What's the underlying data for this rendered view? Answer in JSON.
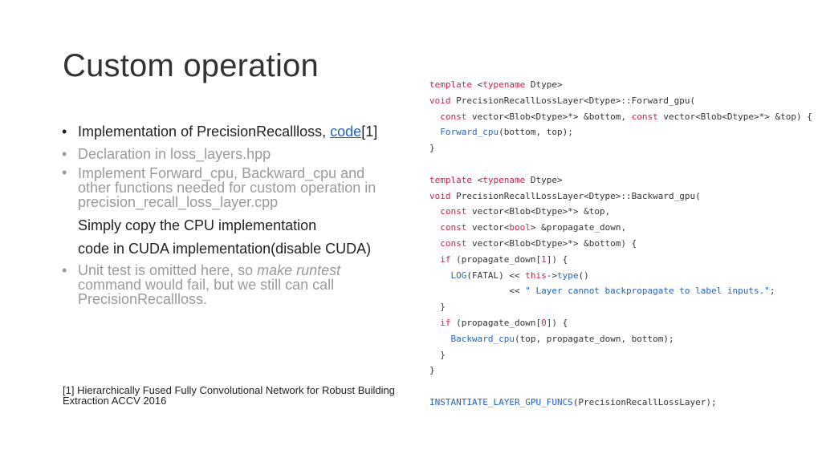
{
  "title": "Custom operation",
  "bullets": {
    "b1_text": "Implementation of PrecisionRecallloss, ",
    "b1_link": "code",
    "b1_ref": "[1]",
    "b2": "Declaration in loss_layers.hpp",
    "b3_l1": "Implement Forward_cpu, Backward_cpu and",
    "b3_l2": "other functions needed for custom operation in",
    "b3_l3": "precision_recall_loss_layer.cpp",
    "p1": "Simply copy the CPU implementation",
    "p2": "code in CUDA implementation(disable CUDA)",
    "b4_l1a": "Unit test is omitted here,  so ",
    "b4_l1b": "make runtest",
    "b4_l2": "command would fail, but we still can call",
    "b4_l3": "PrecisionRecallloss."
  },
  "footnote": {
    "line1": "[1] Hierarchically Fused Fully Convolutional Network for Robust Building",
    "line2": "Extraction ACCV 2016"
  },
  "code": {
    "l1_kw": "template",
    "l1_rest": " <",
    "l1_kw2": "typename",
    "l1_end": " Dtype>",
    "l2_kw": "void",
    "l2_rest": " PrecisionRecallLossLayer<Dtype>::Forward_gpu(",
    "l3_ind": "  ",
    "l3_kw": "const",
    "l3_mid": " vector<Blob<Dtype>*> &bottom, ",
    "l3_kw2": "const",
    "l3_end": " vector<Blob<Dtype>*> &top) {",
    "l4_ind": "  ",
    "l4_fn": "Forward_cpu",
    "l4_end": "(bottom, top);",
    "l5": "}",
    "l6": "",
    "l7_kw": "template",
    "l7_rest": " <",
    "l7_kw2": "typename",
    "l7_end": " Dtype>",
    "l8_kw": "void",
    "l8_rest": " PrecisionRecallLossLayer<Dtype>::Backward_gpu(",
    "l9_ind": "  ",
    "l9_kw": "const",
    "l9_end": " vector<Blob<Dtype>*> &top,",
    "l10_ind": "  ",
    "l10_kw": "const",
    "l10_mid": " vector<",
    "l10_kw2": "bool",
    "l10_end": "> &propagate_down,",
    "l11_ind": "  ",
    "l11_kw": "const",
    "l11_end": " vector<Blob<Dtype>*> &bottom) {",
    "l12_ind": "  ",
    "l12_kw": "if",
    "l12_mid": " (propagate_down[",
    "l12_num": "1",
    "l12_end": "]) {",
    "l13_ind": "    ",
    "l13_fn": "LOG",
    "l13_end": "(FATAL) << ",
    "l13_kw": "this",
    "l13_arrow": "->",
    "l13_fn2": "type",
    "l13_tail": "()",
    "l14_ind": "               << ",
    "l14_str": "\" Layer cannot backpropagate to label inputs.\"",
    "l14_end": ";",
    "l15": "  }",
    "l16_ind": "  ",
    "l16_kw": "if",
    "l16_mid": " (propagate_down[",
    "l16_num": "0",
    "l16_end": "]) {",
    "l17_ind": "    ",
    "l17_fn": "Backward_cpu",
    "l17_end": "(top, propagate_down, bottom);",
    "l18": "  }",
    "l19": "}",
    "l20": "",
    "l21_fn": "INSTANTIATE_LAYER_GPU_FUNCS",
    "l21_end": "(PrecisionRecallLossLayer);"
  },
  "colors": {
    "keyword": "#c7254e",
    "function": "#1f63c7",
    "link": "#1f63c7",
    "muted": "#9a9a9a"
  }
}
